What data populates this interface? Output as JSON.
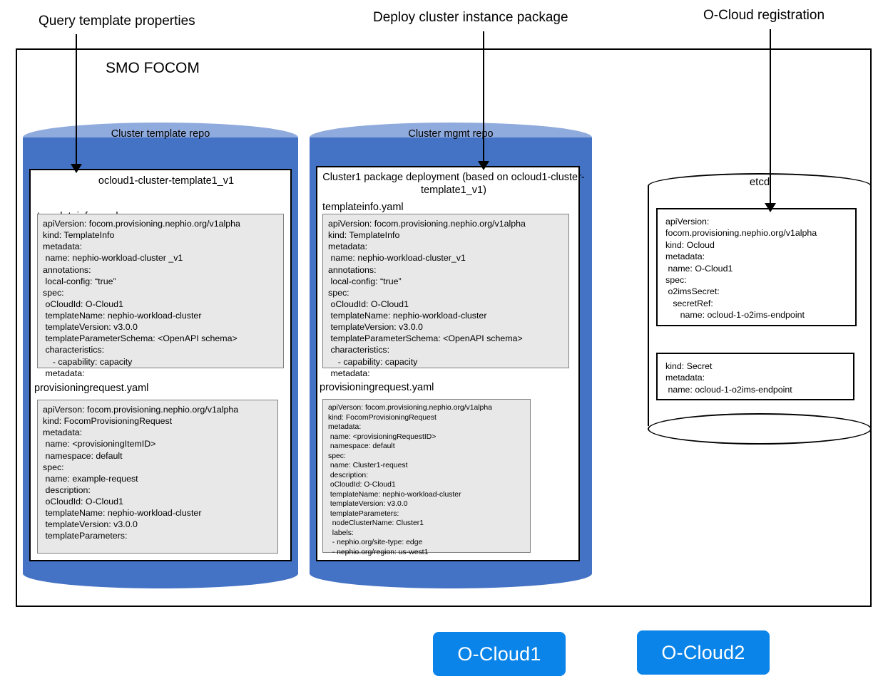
{
  "annotations": [
    {
      "name": "query-template-properties",
      "text": "Query template properties"
    },
    {
      "name": "deploy-cluster-instance-package",
      "text": "Deploy cluster instance package"
    },
    {
      "name": "ocloud-registration",
      "text": "O-Cloud registration"
    }
  ],
  "frame": {
    "title": "SMO FOCOM"
  },
  "repos": {
    "template_repo": {
      "label": "Cluster template repo",
      "package_title": "ocloud1-cluster-template1_v1",
      "files": [
        {
          "name": "templateinfo.yaml",
          "content": "apiVersion: focom.provisioning.nephio.org/v1alpha\nkind: TemplateInfo\nmetadata:\n name: nephio-workload-cluster _v1\nannotations:\n local-config: “true”\nspec:\n oCloudId: O-Cloud1\n templateName: nephio-workload-cluster\n templateVersion: v3.0.0\n templateParameterSchema: <OpenAPI schema>\n characteristics:\n    - capability: capacity\n metadata:"
        },
        {
          "name": "provisioningrequest.yaml",
          "content": "apiVerson: focom.provisioning.nephio.org/v1alpha\nkind: FocomProvisioningRequest\nmetadata:\n name: <provisioningItemID>\n namespace: default\nspec:\n name: example-request\n description:\n oCloudId: O-Cloud1\n templateName: nephio-workload-cluster\n templateVersion: v3.0.0\n templateParameters:"
        }
      ]
    },
    "mgmt_repo": {
      "label": "Cluster mgmt repo",
      "package_title": "Cluster1 package deployment (based on ocloud1-cluster-template1_v1)",
      "files": [
        {
          "name": "templateinfo.yaml",
          "content": "apiVersion: focom.provisioning.nephio.org/v1alpha\nkind: TemplateInfo\nmetadata:\n name: nephio-workload-cluster_v1\nannotations:\n local-config: “true”\nspec:\n oCloudId: O-Cloud1\n templateName: nephio-workload-cluster\n templateVersion: v3.0.0\n templateParameterSchema: <OpenAPI schema>\n characteristics:\n    - capability: capacity\n metadata:"
        },
        {
          "name": "provisioningrequest.yaml",
          "content": "apiVerson: focom.provisioning.nephio.org/v1alpha\nkind: FocomProvisioningRequest\nmetadata:\n name: <provisioningRequestID>\n namespace: default\nspec:\n name: Cluster1-request\n description:\n oCloudId: O-Cloud1\n templateName: nephio-workload-cluster\n templateVersion: v3.0.0\n templateParameters:\n  nodeClusterName: Cluster1\n  labels:\n  - nephio.org/site-type: edge\n  - nephio.org/region: us-west1"
        }
      ]
    },
    "etcd": {
      "label": "etcd",
      "records": [
        {
          "name": "ocloud-record",
          "content": "apiVersion:\nfocom.provisioning.nephio.org/v1alpha\nkind: Ocloud\nmetadata:\n name: O-Cloud1\nspec:\n o2imsSecret:\n   secretRef:\n      name: ocloud-1-o2ims-endpoint"
        },
        {
          "name": "secret-record",
          "content": "kind: Secret\nmetadata:\n name: ocloud-1-o2ims-endpoint"
        }
      ]
    }
  },
  "ocloud_buttons": [
    {
      "name": "o-cloud1",
      "label": "O-Cloud1"
    },
    {
      "name": "o-cloud2",
      "label": "O-Cloud2"
    }
  ],
  "colors": {
    "cylinder_body": "#4472C4",
    "cylinder_top": "#8FAADC",
    "yaml_background": "#e8e8e8",
    "button_blue": "#0A84E8",
    "stroke": "#000000"
  }
}
